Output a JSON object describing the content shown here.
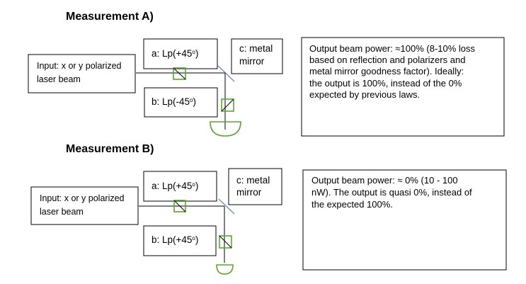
{
  "measurement_a": {
    "heading": "Measurement A)",
    "input_line1": "Input: x or y polarized",
    "input_line2": "laser beam",
    "polarizer_a": "a: Lp(+45",
    "polarizer_a_sup": "o",
    "polarizer_a_end": ")",
    "polarizer_b": "b: Lp(-45",
    "polarizer_b_sup": "o",
    "polarizer_b_end": ")",
    "mirror_line1": "c: metal",
    "mirror_line2": "mirror",
    "note_lines": [
      "Output beam power: ≈100% (8-10% loss",
      "based on reflection and polarizers and",
      "metal mirror goodness factor). Ideally:",
      "the output is 100%, instead of the 0%",
      "expected by previous laws."
    ]
  },
  "measurement_b": {
    "heading": "Measurement B)",
    "input_line1": "Input: x or y polarized",
    "input_line2": "laser beam",
    "polarizer_a": "a: Lp(+45",
    "polarizer_a_sup": "o",
    "polarizer_a_end": ")",
    "polarizer_b": "b: Lp(+45",
    "polarizer_b_sup": "o",
    "polarizer_b_end": ")",
    "mirror_line1": "c: metal",
    "mirror_line2": "mirror",
    "note_lines": [
      "Output beam power: ≈ 0% (10 - 100",
      "nW). The output is quasi 0%, instead of",
      "the expected 100%."
    ]
  }
}
